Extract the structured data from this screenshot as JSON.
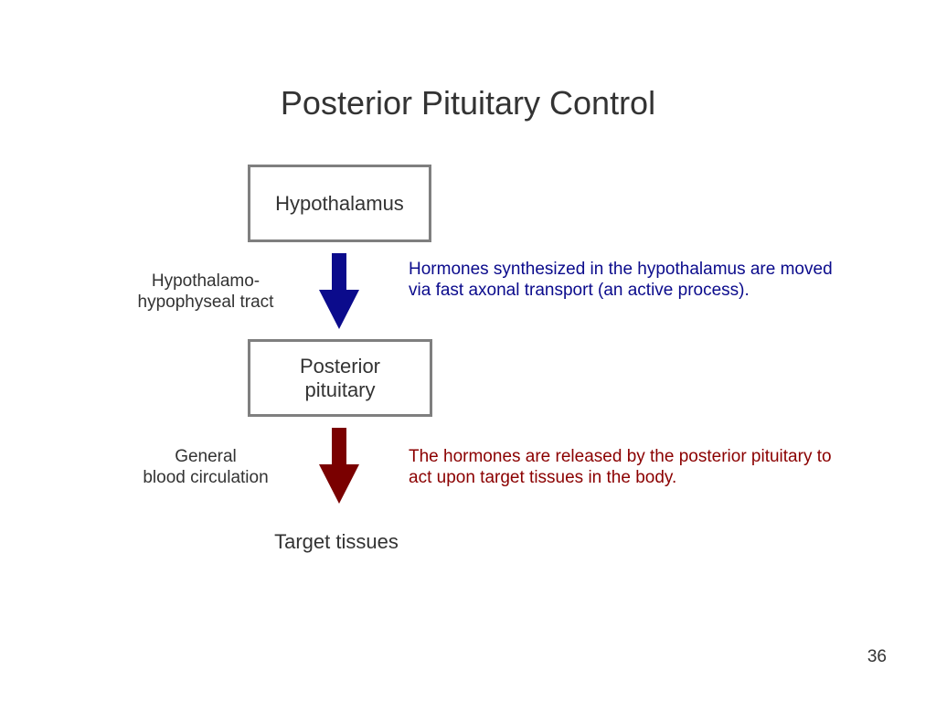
{
  "title": "Posterior Pituitary Control",
  "boxes": {
    "hypothalamus": "Hypothalamus",
    "posterior_line1": "Posterior",
    "posterior_line2": "pituitary"
  },
  "labels": {
    "tract_line1": "Hypothalamo-",
    "tract_line2": "hypophyseal tract",
    "blood_line1": "General",
    "blood_line2": "blood circulation"
  },
  "notes": {
    "transport": "Hormones synthesized in the hypothalamus are moved via fast axonal transport (an active process).",
    "release": "The hormones are released by the posterior pituitary to act upon target tissues in the body."
  },
  "target": "Target tissues",
  "page_number": "36",
  "colors": {
    "blue_arrow": "#0b0b8c",
    "red_arrow": "#7a0000",
    "box_border": "#7f7f7f"
  }
}
